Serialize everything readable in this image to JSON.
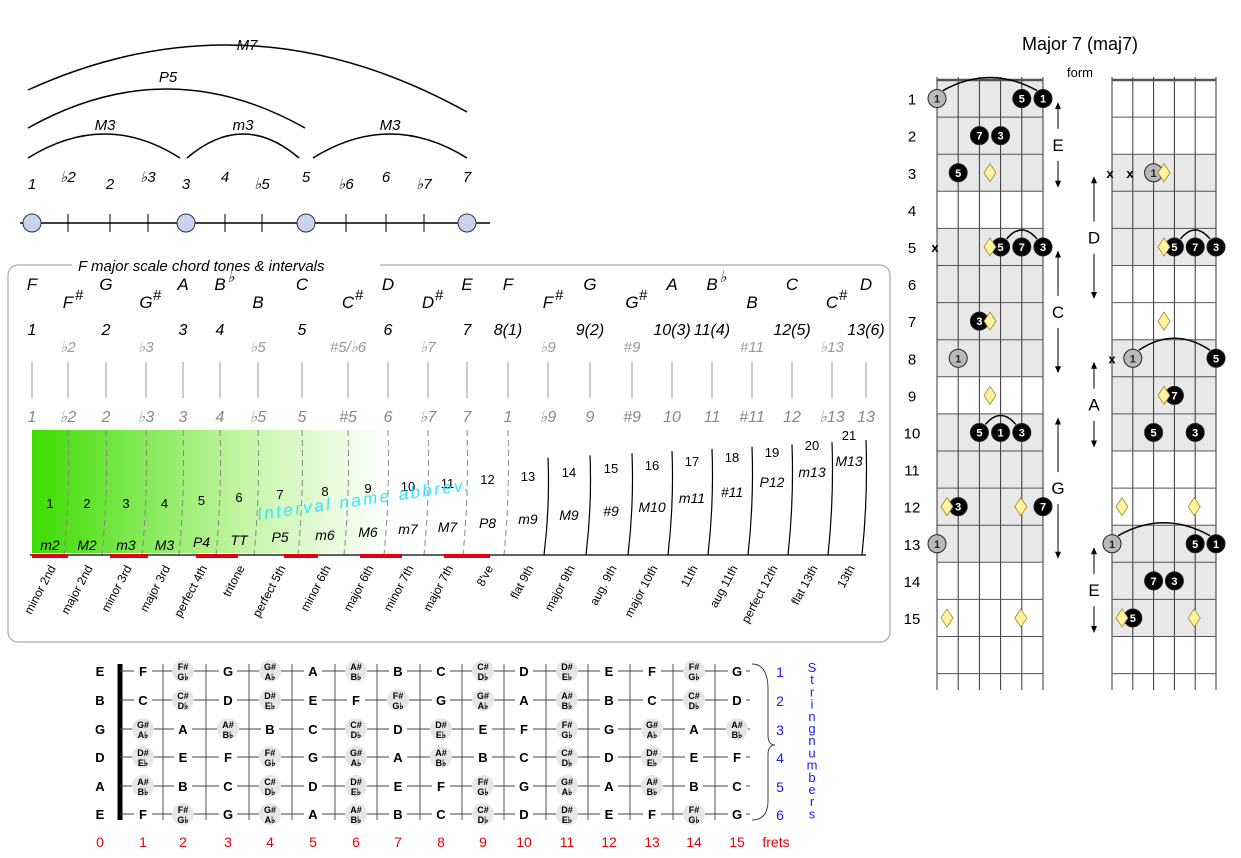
{
  "interval_arcs": {
    "labels": [
      "M7",
      "P5",
      "M3",
      "m3",
      "M3"
    ]
  },
  "degree_line": {
    "labels": [
      "1",
      "♭2",
      "2",
      "♭3",
      "3",
      "4",
      "♭5",
      "5",
      "♭6",
      "6",
      "♭7",
      "7"
    ]
  },
  "scale_box": {
    "title": "F major scale chord tones & intervals",
    "columns": [
      {
        "note": "F",
        "accidental": "",
        "degree": "1",
        "alt_degree": "",
        "ext": "1"
      },
      {
        "note": "F",
        "accidental": "#",
        "degree": "",
        "alt_degree": "♭2",
        "ext": "♭2"
      },
      {
        "note": "G",
        "accidental": "",
        "degree": "2",
        "alt_degree": "",
        "ext": "2"
      },
      {
        "note": "G",
        "accidental": "#",
        "degree": "",
        "alt_degree": "♭3",
        "ext": "♭3"
      },
      {
        "note": "A",
        "accidental": "",
        "degree": "3",
        "alt_degree": "",
        "ext": "3"
      },
      {
        "note": "B",
        "accidental": "♭",
        "degree": "4",
        "alt_degree": "",
        "ext": "4"
      },
      {
        "note": "B",
        "accidental": "",
        "degree": "",
        "alt_degree": "♭5",
        "ext": "♭5"
      },
      {
        "note": "C",
        "accidental": "",
        "degree": "5",
        "alt_degree": "",
        "ext": "5"
      },
      {
        "note": "C",
        "accidental": "#",
        "degree": "",
        "alt_degree": "#5/♭6",
        "ext": "#5"
      },
      {
        "note": "D",
        "accidental": "",
        "degree": "6",
        "alt_degree": "",
        "ext": "6"
      },
      {
        "note": "D",
        "accidental": "#",
        "degree": "",
        "alt_degree": "♭7",
        "ext": "♭7"
      },
      {
        "note": "E",
        "accidental": "",
        "degree": "7",
        "alt_degree": "",
        "ext": "7"
      },
      {
        "note": "F",
        "accidental": "",
        "degree": "8(1)",
        "alt_degree": "",
        "ext": "1"
      },
      {
        "note": "F",
        "accidental": "#",
        "degree": "",
        "alt_degree": "♭9",
        "ext": "♭9"
      },
      {
        "note": "G",
        "accidental": "",
        "degree": "9(2)",
        "alt_degree": "",
        "ext": "9"
      },
      {
        "note": "G",
        "accidental": "#",
        "degree": "",
        "alt_degree": "#9",
        "ext": "#9"
      },
      {
        "note": "A",
        "accidental": "",
        "degree": "10(3)",
        "alt_degree": "",
        "ext": "10"
      },
      {
        "note": "B",
        "accidental": "♭",
        "degree": "11(4)",
        "alt_degree": "",
        "ext": "11"
      },
      {
        "note": "B",
        "accidental": "",
        "degree": "",
        "alt_degree": "#11",
        "ext": "#11"
      },
      {
        "note": "C",
        "accidental": "",
        "degree": "12(5)",
        "alt_degree": "",
        "ext": "12"
      },
      {
        "note": "C",
        "accidental": "#",
        "degree": "",
        "alt_degree": "♭13",
        "ext": "♭13"
      },
      {
        "note": "D",
        "accidental": "",
        "degree": "13(6)",
        "alt_degree": "",
        "ext": "13"
      }
    ],
    "semitones": [
      "1",
      "2",
      "3",
      "4",
      "5",
      "6",
      "7",
      "8",
      "9",
      "10",
      "11",
      "12",
      "13",
      "14",
      "15",
      "16",
      "17",
      "18",
      "19",
      "20",
      "21"
    ],
    "interval_abbrevs": [
      "m2",
      "M2",
      "m3",
      "M3",
      "P4",
      "TT",
      "P5",
      "m6",
      "M6",
      "m7",
      "M7",
      "P8",
      "m9",
      "M9",
      "#9",
      "M10",
      "m11",
      "#11",
      "P12",
      "m13",
      "M13"
    ],
    "interval_names": [
      "minor 2nd",
      "major 2nd",
      "minor 3rd",
      "major 3rd",
      "perfect 4th",
      "tritone",
      "perfect 5th",
      "minor 6th",
      "major 6th",
      "minor 7th",
      "major 7th",
      "8've",
      "flat 9th",
      "major 9th",
      "aug. 9th",
      "major 10th",
      "11th",
      "aug 11th",
      "perfect 12th",
      "flat 13th",
      "13th"
    ],
    "caption": "Interval name abbrev."
  },
  "fretboard": {
    "open_notes": [
      "E",
      "B",
      "G",
      "D",
      "A",
      "E"
    ],
    "rows": [
      [
        "F",
        "F#/G♭",
        "G",
        "G#/A♭",
        "A",
        "A#/B♭",
        "B",
        "C",
        "C#/D♭",
        "D",
        "D#/E♭",
        "E",
        "F",
        "F#/G♭",
        "G"
      ],
      [
        "C",
        "C#/D♭",
        "D",
        "D#/E♭",
        "E",
        "F",
        "F#/G♭",
        "G",
        "G#/A♭",
        "A",
        "A#/B♭",
        "B",
        "C",
        "C#/D♭",
        "D"
      ],
      [
        "G#/A♭",
        "A",
        "A#/B♭",
        "B",
        "C",
        "C#/D♭",
        "D",
        "D#/E♭",
        "E",
        "F",
        "F#/G♭",
        "G",
        "G#/A♭",
        "A",
        "A#/B♭"
      ],
      [
        "D#/E♭",
        "E",
        "F",
        "F#/G♭",
        "G",
        "G#/A♭",
        "A",
        "A#/B♭",
        "B",
        "C",
        "C#/D♭",
        "D",
        "D#/E♭",
        "E",
        "F"
      ],
      [
        "A#/B♭",
        "B",
        "C",
        "C#/D♭",
        "D",
        "D#/E♭",
        "E",
        "F",
        "F#/G♭",
        "G",
        "G#/A♭",
        "A",
        "A#/B♭",
        "B",
        "C"
      ],
      [
        "F",
        "F#/G♭",
        "G",
        "G#/A♭",
        "A",
        "A#/B♭",
        "B",
        "C",
        "C#/D♭",
        "D",
        "D#/E♭",
        "E",
        "F",
        "F#/G♭",
        "G"
      ]
    ],
    "string_numbers": [
      "1",
      "2",
      "3",
      "4",
      "5",
      "6"
    ],
    "string_caption": "String numbers",
    "fret_numbers": [
      "0",
      "1",
      "2",
      "3",
      "4",
      "5",
      "6",
      "7",
      "8",
      "9",
      "10",
      "11",
      "12",
      "13",
      "14",
      "15"
    ],
    "frets_label": "frets",
    "fret_color": "#e8000b",
    "string_color": "#1a1aff"
  },
  "chord_chart": {
    "title": "Major 7 (maj7)",
    "form_label": "form",
    "fret_labels": [
      "1",
      "2",
      "3",
      "4",
      "5",
      "6",
      "7",
      "8",
      "9",
      "10",
      "11",
      "12",
      "13",
      "14",
      "15"
    ],
    "form_letters": {
      "left": [
        "E",
        "C",
        "G"
      ],
      "right": [
        "D",
        "A",
        "E"
      ]
    },
    "mute_mark": "x",
    "left_dots": [
      {
        "f": 1,
        "s": 0,
        "t": "1",
        "k": "g"
      },
      {
        "f": 1,
        "s": 4,
        "t": "5",
        "k": "b"
      },
      {
        "f": 1,
        "s": 5,
        "t": "1",
        "k": "b"
      },
      {
        "f": 2,
        "s": 2,
        "t": "7",
        "k": "b"
      },
      {
        "f": 2,
        "s": 3,
        "t": "3",
        "k": "b"
      },
      {
        "f": 3,
        "s": 1,
        "t": "5",
        "k": "b"
      },
      {
        "f": 5,
        "s": 3,
        "t": "5",
        "k": "b"
      },
      {
        "f": 5,
        "s": 4,
        "t": "7",
        "k": "b"
      },
      {
        "f": 5,
        "s": 5,
        "t": "3",
        "k": "b"
      },
      {
        "f": 7,
        "s": 2,
        "t": "3",
        "k": "b"
      },
      {
        "f": 8,
        "s": 1,
        "t": "1",
        "k": "g"
      },
      {
        "f": 10,
        "s": 2,
        "t": "5",
        "k": "b"
      },
      {
        "f": 10,
        "s": 3,
        "t": "1",
        "k": "b"
      },
      {
        "f": 10,
        "s": 4,
        "t": "3",
        "k": "b"
      },
      {
        "f": 12,
        "s": 1,
        "t": "3",
        "k": "b"
      },
      {
        "f": 12,
        "s": 5,
        "t": "7",
        "k": "b"
      },
      {
        "f": 13,
        "s": 0,
        "t": "1",
        "k": "g"
      }
    ],
    "right_dots": [
      {
        "f": 3,
        "s": 2,
        "t": "1",
        "k": "g"
      },
      {
        "f": 5,
        "s": 3,
        "t": "5",
        "k": "b"
      },
      {
        "f": 5,
        "s": 4,
        "t": "7",
        "k": "b"
      },
      {
        "f": 5,
        "s": 5,
        "t": "3",
        "k": "b"
      },
      {
        "f": 8,
        "s": 1,
        "t": "1",
        "k": "g"
      },
      {
        "f": 8,
        "s": 5,
        "t": "5",
        "k": "b"
      },
      {
        "f": 9,
        "s": 3,
        "t": "7",
        "k": "b"
      },
      {
        "f": 10,
        "s": 2,
        "t": "5",
        "k": "b"
      },
      {
        "f": 10,
        "s": 4,
        "t": "3",
        "k": "b"
      },
      {
        "f": 13,
        "s": 0,
        "t": "1",
        "k": "g"
      },
      {
        "f": 13,
        "s": 4,
        "t": "5",
        "k": "b"
      },
      {
        "f": 13,
        "s": 5,
        "t": "1",
        "k": "b"
      },
      {
        "f": 14,
        "s": 2,
        "t": "7",
        "k": "b"
      },
      {
        "f": 14,
        "s": 3,
        "t": "3",
        "k": "b"
      },
      {
        "f": 15,
        "s": 1,
        "t": "5",
        "k": "b"
      }
    ]
  }
}
